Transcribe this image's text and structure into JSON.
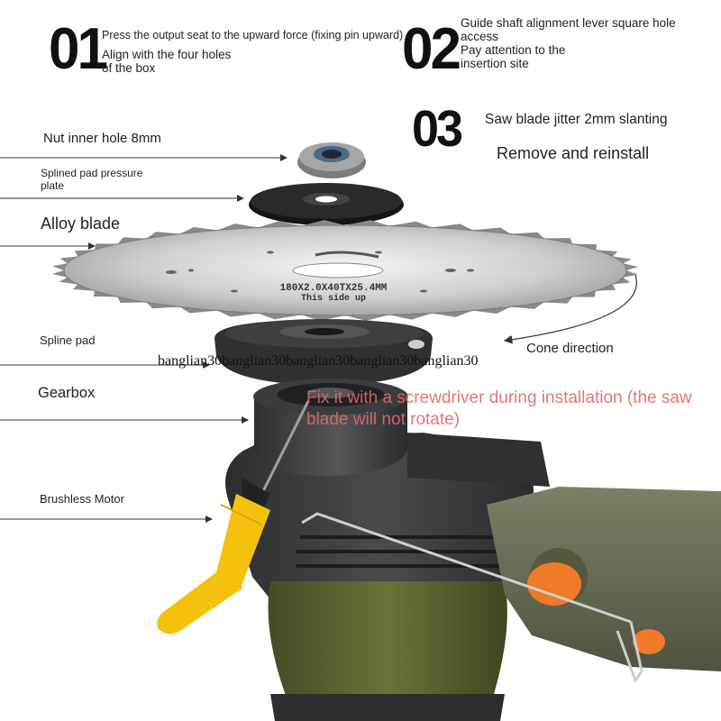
{
  "steps": [
    {
      "number": "01",
      "lines": [
        "Press the output seat to the upward force (fixing pin upward)",
        "Align with the four holes",
        "of the box"
      ]
    },
    {
      "number": "02",
      "lines": [
        "Guide shaft alignment lever square hole",
        "access",
        "Pay attention to the",
        "insertion site"
      ]
    },
    {
      "number": "03",
      "lines": [
        "Saw blade jitter 2mm slanting",
        "Remove and reinstall"
      ]
    }
  ],
  "parts": {
    "nut": "Nut inner hole 8mm",
    "pressure_plate": "Splined pad pressure plate",
    "blade": "Alloy blade",
    "spline_pad": "Spline pad",
    "gearbox": "Gearbox",
    "motor": "Brushless Motor"
  },
  "blade_marking": {
    "size": "180X2.0X40TX25.4MM",
    "side": "This side up"
  },
  "cone_direction": "Cone direction",
  "watermark": "banglian30banglian30banglian30banglian30banglian30",
  "install_note": "Fix it with a screwdriver during installation (the saw blade will not rotate)",
  "colors": {
    "motor_body": "#3c3d3e",
    "olive_housing": "#5c6332",
    "handle": "#6a6d56",
    "orange_button": "#f07a26",
    "screwdriver_handle": "#f4c20d",
    "note_red": "#e06a6a"
  }
}
